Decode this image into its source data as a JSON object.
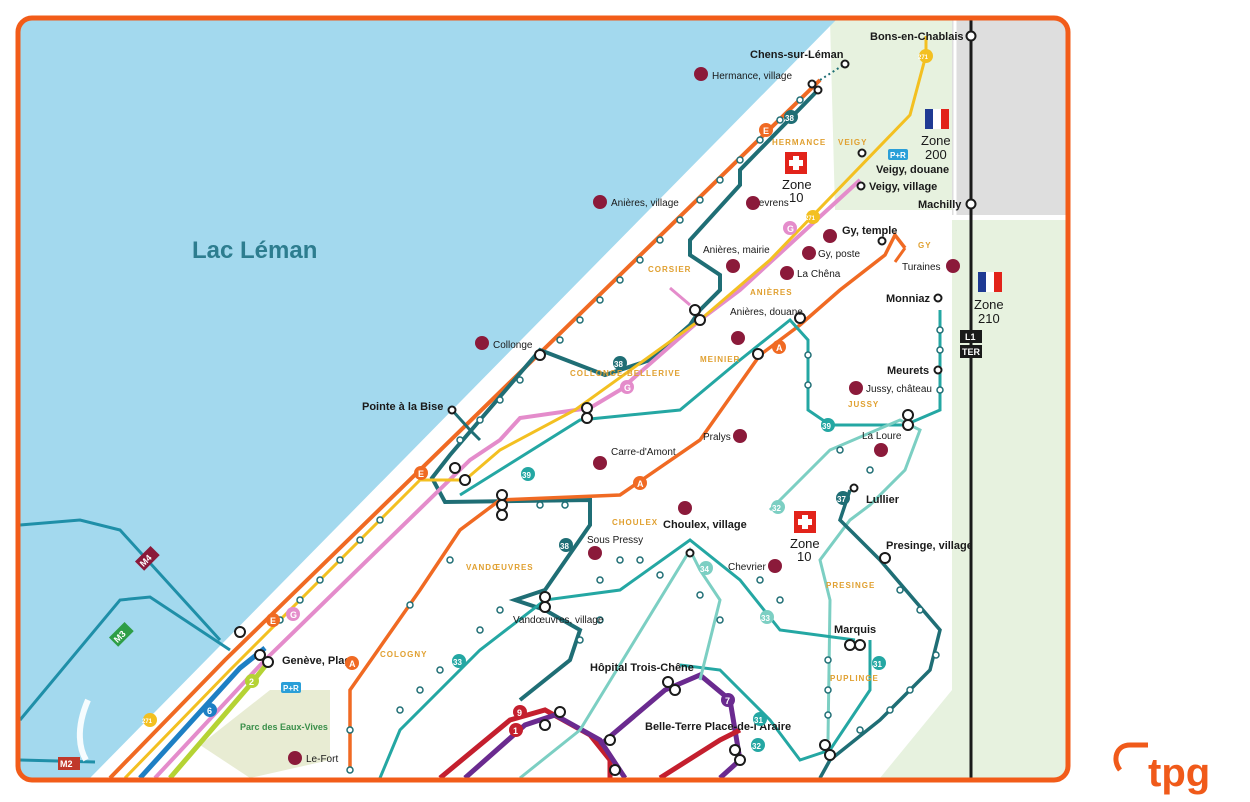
{
  "map_title": "Lac Léman",
  "brand": {
    "logo": "tpg",
    "frame_color": "#f25c19",
    "lake_color": "#a3d9ee"
  },
  "zones": {
    "zone10_a": {
      "label": "Zone",
      "number": "10"
    },
    "zone10_b": {
      "label": "Zone",
      "number": "10"
    },
    "zone200": {
      "label": "Zone",
      "number": "200"
    },
    "zone210": {
      "label": "Zone",
      "number": "210"
    }
  },
  "rail_labels": {
    "l1": "L1",
    "ter": "TER"
  },
  "park_label": "Parc des Eaux-Vives",
  "areas": {
    "hermance": "HERMANCE",
    "veigy": "VEIGY",
    "corsier": "CORSIER",
    "anieres": "ANIÈRES",
    "gy": "GY",
    "collonge": "COLLONGE-BELLERIVE",
    "meinier": "MEINIER",
    "jussy": "JUSSY",
    "choulex": "CHOULEX",
    "vandoeuvres": "VANDŒUVRES",
    "cologny": "COLOGNY",
    "presinge": "PRESINGE",
    "puplinge": "PUPLINGE"
  },
  "stops": {
    "chens": "Chens-sur-Léman",
    "bons": "Bons-en-Chablais",
    "hermance_village": "Hermance, village",
    "veigy_douane": "Veigy, douane",
    "veigy_village": "Veigy, village",
    "machilly": "Machilly",
    "chevrens": "Chevrens",
    "anieres_village": "Anières, village",
    "gy_temple": "Gy, temple",
    "gy_poste": "Gy, poste",
    "anieres_mairie": "Anières, mairie",
    "la_chena": "La Chêna",
    "turaines": "Turaines",
    "monniaz": "Monniaz",
    "anieres_douane": "Anières, douane",
    "collonge": "Collonge",
    "meurets": "Meurets",
    "jussy_chateau": "Jussy, château",
    "pointe_bise": "Pointe à la Bise",
    "la_loure": "La Loure",
    "pralys": "Pralys",
    "carre_amont": "Carre-d'Amont",
    "lullier": "Lullier",
    "choulex_village": "Choulex, village",
    "sous_pressy": "Sous Pressy",
    "presinge_village": "Presinge, village",
    "chevrier": "Chevrier",
    "vandoeuvres_village": "Vandœuvres, village",
    "marquis": "Marquis",
    "geneve_plage": "Genève, Plage",
    "hopital": "Hôpital Trois-Chêne",
    "belle_terre": "Belle-Terre Place-de-l'Araire",
    "le_fort": "Le-Fort"
  },
  "badges": {
    "pr1": "P+R",
    "pr2": "P+R",
    "line_38a": "38",
    "line_38b": "38",
    "line_38c": "38",
    "line_g1": "G",
    "line_g2": "G",
    "line_g3": "G",
    "line_e1": "E",
    "line_e2": "E",
    "line_e3": "E",
    "line_a1": "A",
    "line_a2": "A",
    "line_a3": "A",
    "line_39a": "39",
    "line_39b": "39",
    "line_33a": "33",
    "line_33b": "33",
    "line_37": "37",
    "line_32": "32",
    "line_34": "34",
    "line_31a": "31",
    "line_31b": "31",
    "line_32b": "32",
    "line_271a": "271",
    "line_271b": "271",
    "line_271c": "271",
    "line_2": "2",
    "line_6": "6",
    "line_1": "1",
    "line_9": "9",
    "line_7": "7",
    "m2": "M2",
    "m3": "M3",
    "m4": "M4"
  }
}
